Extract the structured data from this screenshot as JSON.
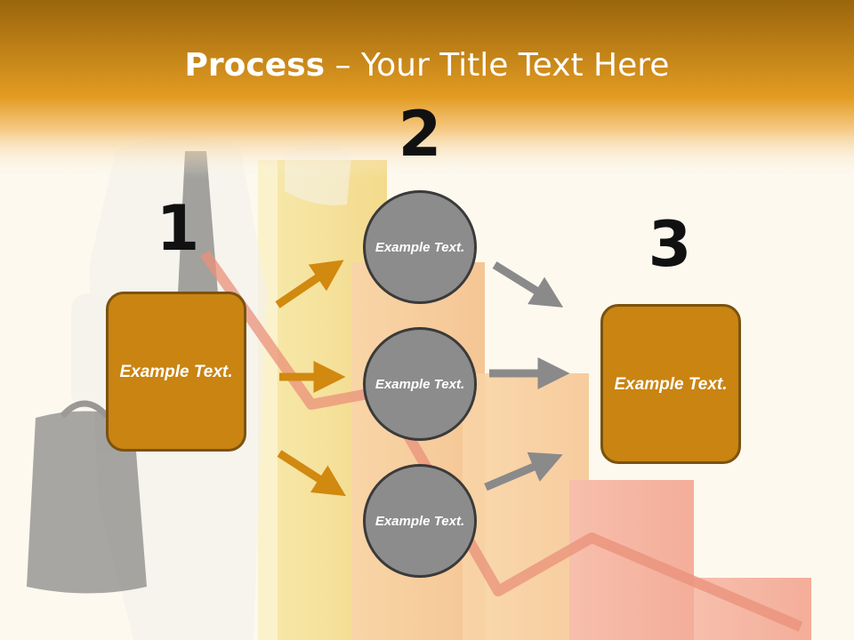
{
  "title": {
    "bold": "Process",
    "rest": " – Your Title Text Here"
  },
  "steps": {
    "one": {
      "number": "1",
      "text": "Example Text."
    },
    "two": {
      "number": "2",
      "circles": [
        "Example Text.",
        "Example Text.",
        "Example Text."
      ]
    },
    "three": {
      "number": "3",
      "text": "Example Text."
    }
  },
  "colors": {
    "header_dark": "#9a650c",
    "header_light": "#e39c22",
    "box_fill": "#c98412",
    "box_border": "#7a5310",
    "circle_fill": "#8c8c8c",
    "circle_border": "#3a3a3a",
    "arrow_orange": "#d1890f",
    "arrow_gray": "#8a8a8a"
  },
  "icons": [
    "businessman-figure",
    "bar-chart-graphic",
    "briefcase",
    "trend-arrow"
  ]
}
